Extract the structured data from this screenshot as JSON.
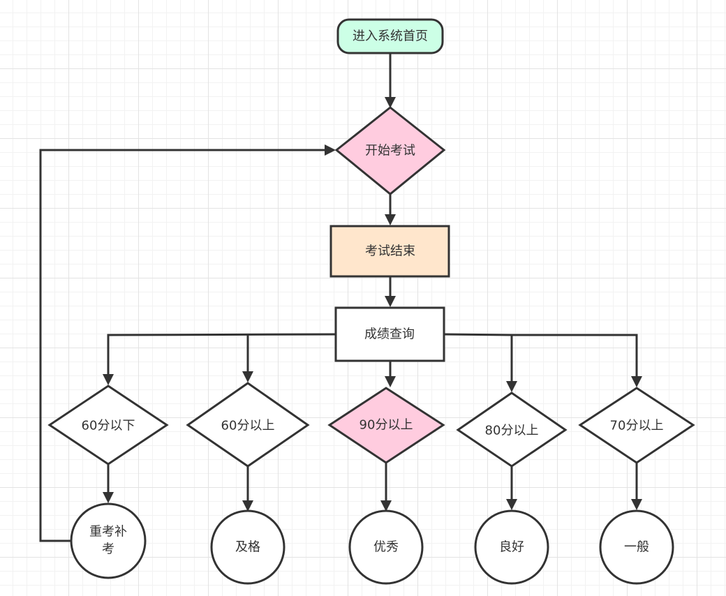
{
  "colors": {
    "line": "#333333",
    "start_fill": "#ccffe6",
    "decision_pink": "#ffccdf",
    "process_peach": "#ffe6cc",
    "default_fill": "#ffffff"
  },
  "nodes": {
    "start": {
      "label": "进入系统首页",
      "shape": "rounded-rect"
    },
    "begin_exam": {
      "label": "开始考试",
      "shape": "diamond"
    },
    "exam_end": {
      "label": "考试结束",
      "shape": "rect"
    },
    "score_query": {
      "label": "成绩查询",
      "shape": "rect"
    },
    "below_60": {
      "label": "60分以下",
      "shape": "diamond"
    },
    "above_60": {
      "label": "60分以上",
      "shape": "diamond"
    },
    "above_90": {
      "label": "90分以上",
      "shape": "diamond"
    },
    "above_80": {
      "label": "80分以上",
      "shape": "diamond"
    },
    "above_70": {
      "label": "70分以上",
      "shape": "diamond"
    },
    "retake": {
      "label_line1": "重考补",
      "label_line2": "考",
      "shape": "circle"
    },
    "pass": {
      "label": "及格",
      "shape": "circle"
    },
    "excellent": {
      "label": "优秀",
      "shape": "circle"
    },
    "good": {
      "label": "良好",
      "shape": "circle"
    },
    "average": {
      "label": "一般",
      "shape": "circle"
    }
  },
  "edges": [
    [
      "start",
      "begin_exam"
    ],
    [
      "begin_exam",
      "exam_end"
    ],
    [
      "exam_end",
      "score_query"
    ],
    [
      "score_query",
      "below_60"
    ],
    [
      "score_query",
      "above_60"
    ],
    [
      "score_query",
      "above_90"
    ],
    [
      "score_query",
      "above_80"
    ],
    [
      "score_query",
      "above_70"
    ],
    [
      "below_60",
      "retake"
    ],
    [
      "above_60",
      "pass"
    ],
    [
      "above_90",
      "excellent"
    ],
    [
      "above_80",
      "good"
    ],
    [
      "above_70",
      "average"
    ],
    [
      "retake",
      "begin_exam"
    ]
  ]
}
